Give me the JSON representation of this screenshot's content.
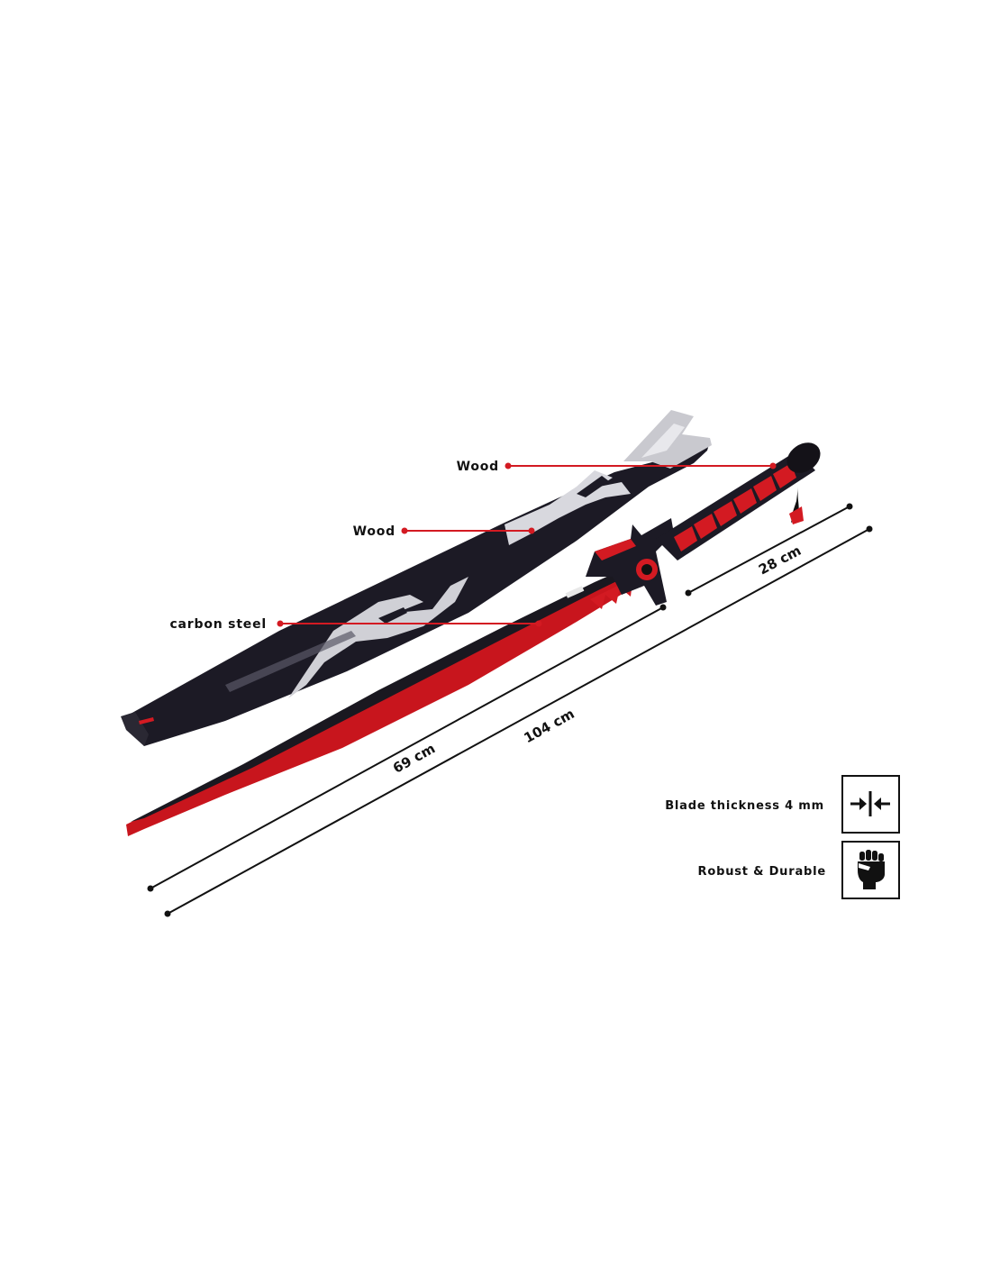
{
  "colors": {
    "accent_red": "#d31a22",
    "dark": "#111111",
    "blade_red": "#c8151d",
    "scabbard_black": "#1c1a25",
    "scabbard_silver": "#c9c9cf"
  },
  "materials": {
    "handle": "Wood",
    "scabbard": "Wood",
    "blade": "carbon steel"
  },
  "dimensions": {
    "handle_length": "28 cm",
    "blade_length": "69 cm",
    "total_length": "104 cm"
  },
  "features": [
    {
      "label": "Blade thickness 4 mm",
      "icon": "compress-arrows-icon"
    },
    {
      "label": "Robust & Durable",
      "icon": "fist-icon"
    }
  ]
}
